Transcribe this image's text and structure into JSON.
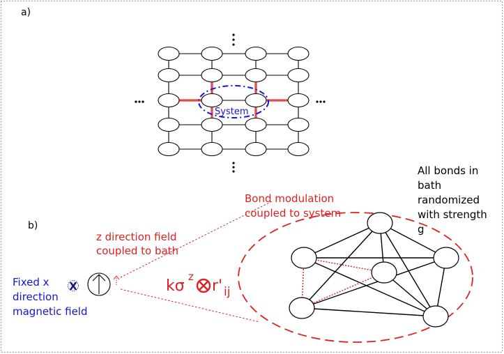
{
  "panel_a": {
    "label": "a)",
    "system_label": "System",
    "ellipsis_v": "⋮",
    "ellipsis_h": "···"
  },
  "panel_b": {
    "label": "b)",
    "bath_note": [
      "All bonds in",
      "bath",
      "randomized",
      "with strength",
      "g"
    ],
    "bond_modulation": [
      "Bond modulation",
      "coupled to system"
    ],
    "z_field": [
      "z direction field",
      "coupled to bath"
    ],
    "fixed_field": [
      "Fixed x",
      "direction",
      "magnetic field"
    ],
    "x_symbol": "X",
    "coupling_k": "kσ",
    "coupling_z": "z",
    "coupling_r": "r'",
    "coupling_ij": "ij"
  },
  "colors": {
    "blue": "#1515d6",
    "red": "#e02020",
    "bond_red": "#f08a8a",
    "frame": "#8a8aa8"
  }
}
